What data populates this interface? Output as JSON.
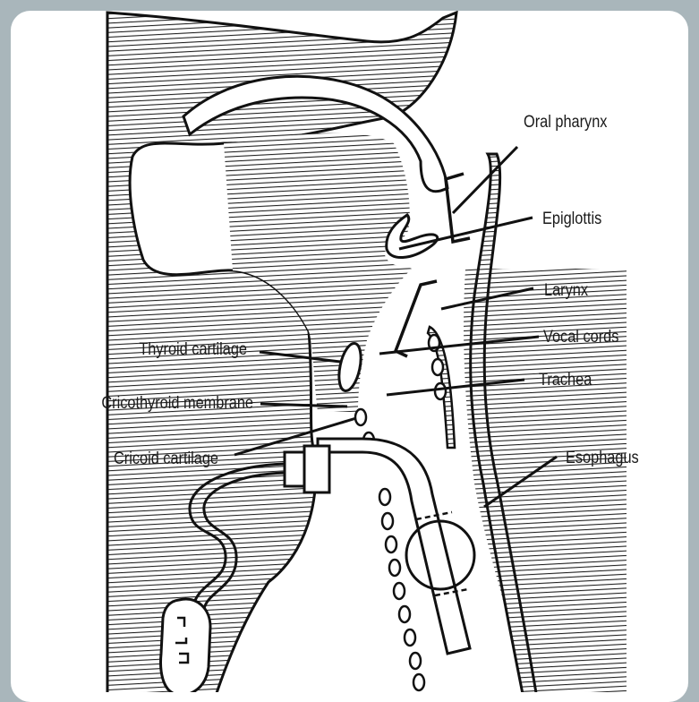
{
  "labels": {
    "oral_pharynx": "Oral pharynx",
    "epiglottis": "Epiglottis",
    "larynx": "Larynx",
    "vocal_cords": "Vocal cords",
    "trachea": "Trachea",
    "esophagus": "Esophagus",
    "thyroid_cartilage": "Thyroid cartilage",
    "cricothyroid_membrane": "Cricothyroid membrane",
    "cricoid_cartilage": "Cricoid cartilage"
  },
  "colors": {
    "background": "#a9b6bb",
    "panel": "#ffffff",
    "ink": "#111111"
  }
}
